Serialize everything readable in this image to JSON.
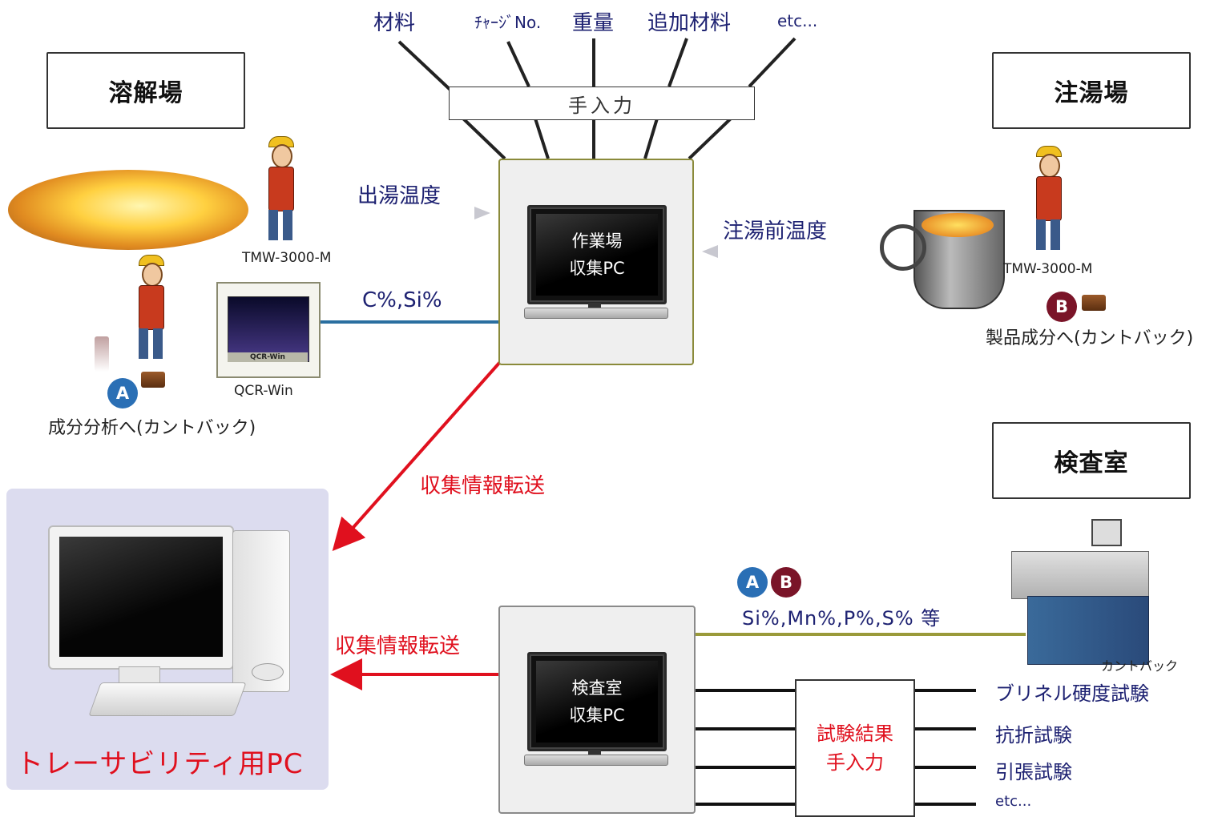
{
  "zones": {
    "melting": "溶解場",
    "pouring": "注湯場",
    "inspection": "検査室"
  },
  "manual_inputs": {
    "items": [
      "材料",
      "ﾁｬｰｼﾞNo.",
      "重量",
      "追加材料",
      "etc..."
    ],
    "bar_label": "手入力"
  },
  "workplace_pc": {
    "line1": "作業場",
    "line2": "収集PC"
  },
  "inspection_pc": {
    "line1": "検査室",
    "line2": "収集PC"
  },
  "traceability_pc": {
    "label": "トレーサビリティ用PC"
  },
  "flows": {
    "tap_temp": "出湯温度",
    "pre_pour_temp": "注湯前温度",
    "c_si": "C%,Si%",
    "transfer_1": "収集情報転送",
    "transfer_2": "収集情報転送",
    "elements": "Si%,Mn%,P%,S% 等"
  },
  "devices": {
    "tmw_melt": "TMW-3000-M",
    "tmw_pour": "TMW-3000-M",
    "qcr": "QCR-Win",
    "qcr_screen": "QCR-Win",
    "quantvac": "カントバック"
  },
  "samples": {
    "a_badge": "A",
    "a_label": "成分分析へ(カントバック)",
    "b_badge": "B",
    "b_label": "製品成分へ(カントバック)",
    "ab_badge_a": "A",
    "ab_badge_b": "B"
  },
  "test_results": {
    "box_line1": "試験結果",
    "box_line2": "手入力",
    "items": [
      "ブリネル硬度試験",
      "抗折試験",
      "引張試験",
      "etc..."
    ]
  },
  "colors": {
    "navy": "#1e2272",
    "red": "#e0101e",
    "olive": "#9a9a3a",
    "blue_line": "#2a6fa0"
  }
}
